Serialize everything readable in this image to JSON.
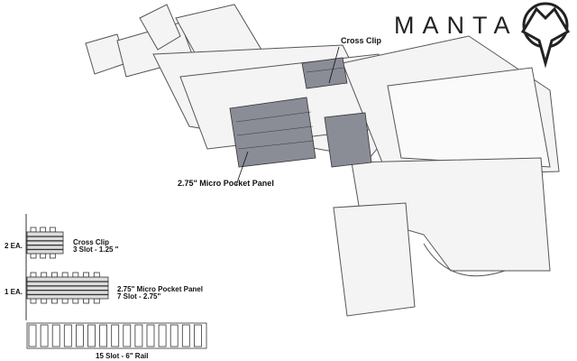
{
  "brand": {
    "name": "MANTA"
  },
  "callouts": {
    "cross_clip": "Cross Clip",
    "micro_pocket_panel": "2.75\" Micro Pocket Panel"
  },
  "parts": [
    {
      "qty": "2 EA.",
      "name": "Cross Clip",
      "spec": "3 Slot - 1.25 \""
    },
    {
      "qty": "1 EA.",
      "name": "2.75\" Micro Pocket Panel",
      "spec": "7 Slot - 2.75\""
    },
    {
      "qty": "",
      "name": "15 Slot - 6\" Rail",
      "spec": ""
    }
  ]
}
